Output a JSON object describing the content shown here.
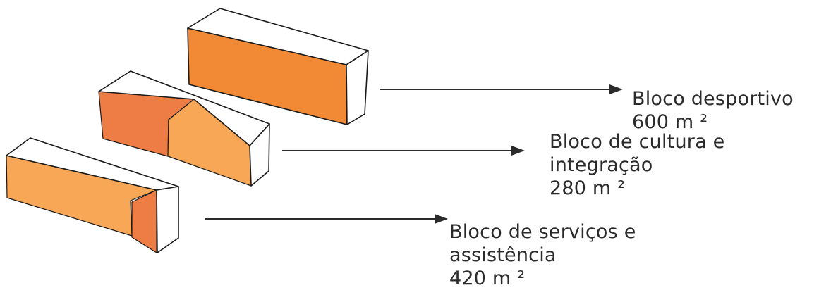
{
  "colors": {
    "outline": "#1a1a1a",
    "orange_main": "#f28a35",
    "orange_dark": "#ee7c45",
    "orange_light": "#f7a756",
    "top_face": "#ffffff",
    "arrow": "#2b2b2b"
  },
  "blocks": [
    {
      "id": "desportivo",
      "name_lines": [
        "Bloco desportivo"
      ],
      "area": "600 m ²"
    },
    {
      "id": "cultura",
      "name_lines": [
        "Bloco de cultura e",
        "integração"
      ],
      "area": "280 m ²"
    },
    {
      "id": "servicos",
      "name_lines": [
        "Bloco de serviços e",
        "assistência"
      ],
      "area": "420 m ²"
    }
  ]
}
